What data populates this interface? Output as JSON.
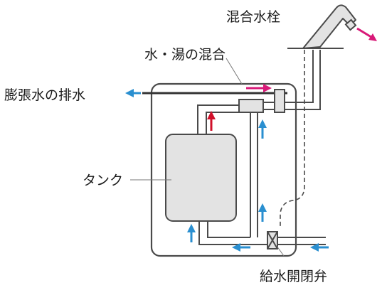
{
  "labels": {
    "faucet": "混合水栓",
    "mixing": "水・湯の混合",
    "expansion_drain": "膨張水の排水",
    "tank": "タンク",
    "supply_valve": "給水開閉弁"
  },
  "colors": {
    "pipe": "#4a4a4a",
    "fill": "#e3e3e3",
    "cold_arrow": "#2a8fd0",
    "hot_arrow": "#d0102a",
    "mixed_arrow": "#d81a78"
  },
  "icons": {
    "cold_flow": "arrow-up-blue",
    "hot_flow": "arrow-up-red",
    "mixed_flow": "arrow-right-magenta",
    "drain_flow": "arrow-left-blue",
    "valve": "gate-valve-x"
  }
}
